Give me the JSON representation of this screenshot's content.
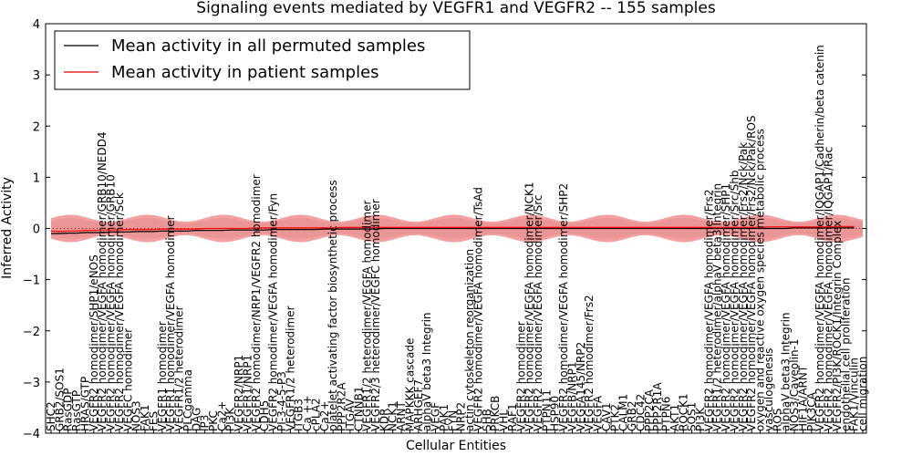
{
  "chart_data": {
    "type": "line",
    "title": "Signaling events mediated by VEGFR1 and VEGFR2 -- 155 samples",
    "xlabel": "Cellular Entities",
    "ylabel": "Inferred Activity",
    "ylim": [
      -4,
      4
    ],
    "yticks": [
      "−4",
      "−3",
      "−2",
      "−1",
      "0",
      "1",
      "2",
      "3",
      "4"
    ],
    "grid": false,
    "legend_position": "top-left",
    "colors": {
      "permuted": "#000000",
      "patient": "#ff0000",
      "patient_band": "#f08080",
      "permuted_band": "#c8c8c8"
    },
    "categories": [
      "SHC2",
      "GRB2/SOS1",
      "RasGDP",
      "RasGTP",
      "HRAS/GTP",
      "VEGFR2 homodimer/SHP1/eNOS",
      "VEGFR2 homodimer/VEGFA homodimer/GRB10/NEDD4",
      "VEGFR2 homodimer/VEGFA homodimer/GRB10",
      "VEGFR2 homodimer/VEGFA homodimer/Sck",
      "VEGFC homodimer",
      "NOS3",
      "FAK1",
      "FES",
      "VEGFR1 homodimer",
      "VEGFR1 homodimer/VEGFA homodimer",
      "VEGFR1/2 heterodimer",
      "PLCgamma",
      "DAG",
      "IP3",
      "PKC",
      "Ca2+",
      "PI3K",
      "VEGFR2/NRP1",
      "VEGFR1/NRP1",
      "VEGFR2 homodimer/NRP1/VEGFR2 homodimer",
      "CDH5",
      "VEGFR2 homodimer/VEGFA homodimer/Fyn",
      "PI-3-4-5-P3",
      "VEGFR1/2 heterodimer",
      "ITGB3",
      "Ca ++",
      "cPLA2",
      "Ca2+",
      "platelet activating factor biosynthetic process",
      "PPP2R2A",
      "ITGAV",
      "CTNNB1",
      "VEGFR1/2 heterodimer/VEGFA homodimer",
      "VEGFR2/3 heterodimer/VEGFC homodimer",
      "KDR",
      "NCK1",
      "ARNT",
      "MAPKKK cascade",
      "ARHGEF7",
      "alphaV beta3 Integrin",
      "VEGF",
      "PAK1",
      "FYN",
      "NRP2",
      "actin cytoskeleton reorganization",
      "VEGFR2 homodimer/VEGFA homodimer/TsAd",
      "SHB",
      "PRKCB",
      "VHL",
      "RAF1",
      "VEGFR2 homodimer",
      "VEGFR2 homodimer/VEGFA homodimer/NCK1",
      "VEGFR2 homodimer/VEGFA homodimer/Src",
      "PTPN11",
      "HSP90",
      "VEGFR2 homodimer/VEGFA homodimer/SHP2",
      "VEGFB/NRP1",
      "VEGFA145/NRP2",
      "VEGFR2 homodimer/Frs2",
      "VEGFA",
      "CAV1",
      "PTK2",
      "CALM1",
      "GRB2",
      "CDC42",
      "PPP2CA",
      "PPP2R1A",
      "PTPN6",
      "AKT1",
      "ROCK1",
      "SOS1",
      "PI3K",
      "VEGFR2 homodimer/VEGFA homodimer/Frs2",
      "VEGFR1/2 heterodimer/alphaV beta3 Integrin",
      "VEGFR2 homodimer/VEGFA homodimer/SHP1",
      "VEGFR2 homodimer/VEGFA homodimer/Src/Shb",
      "VEGFR2 homodimer/VEGFA homodimer/Frs2/Nck/Pak",
      "VEGFR2 homodimer/VEGFA homodimer/Frs2/Nck/Pak/ROS",
      "oxygen and reactive oxygen species metabolic process",
      "vasculogenesis",
      "ROS",
      "alphaV beta3 Integrin",
      "NOS3/Caveolin-1",
      "HIF1A/ARNT",
      "PIK3CA",
      "VEGFR2 homodimer/VEGFA homodimer/IQGAP1/Cadherin/beta catenin",
      "VEGFR2 homodimer/VEGFA homodimer/IQGAP1/Rac",
      "VEGFR2/PI3K/ROCK1/Integrin Complex",
      "endothelial cell proliferation",
      "FAK1/Vinculin",
      "cell migration"
    ],
    "series": [
      {
        "name": "Mean activity in all permuted samples",
        "values": [
          -0.1,
          -0.1,
          -0.09,
          -0.09,
          -0.08,
          -0.08,
          -0.08,
          -0.07,
          -0.07,
          -0.07,
          -0.06,
          -0.06,
          -0.06,
          -0.05,
          -0.05,
          -0.05,
          -0.05,
          -0.04,
          -0.04,
          -0.04,
          -0.04,
          -0.03,
          -0.03,
          -0.03,
          -0.03,
          -0.03,
          -0.02,
          -0.02,
          -0.02,
          -0.02,
          -0.02,
          -0.02,
          -0.01,
          -0.01,
          -0.01,
          -0.01,
          -0.01,
          -0.01,
          -0.01,
          0.0,
          0.0,
          0.0,
          0.0,
          0.0,
          0.0,
          0.0,
          0.0,
          0.0,
          0.0,
          0.0,
          0.0,
          0.0,
          0.0,
          0.0,
          0.0,
          0.0,
          0.0,
          0.0,
          0.0,
          0.0,
          0.0,
          0.0,
          0.0,
          0.0,
          0.0,
          0.0,
          0.0,
          0.0,
          0.0,
          0.0,
          0.0,
          0.0,
          0.0,
          0.0,
          0.0,
          0.0,
          0.0,
          0.0,
          0.0,
          0.0,
          0.0,
          0.0,
          0.0,
          0.0,
          0.0,
          0.0,
          0.0,
          0.01,
          0.01,
          0.01,
          0.01,
          0.01,
          0.01,
          0.01,
          0.01
        ]
      },
      {
        "name": "Mean activity in patient samples",
        "values": [
          -0.05,
          -0.06,
          -0.05,
          -0.05,
          -0.04,
          -0.04,
          -0.03,
          -0.03,
          -0.03,
          -0.02,
          -0.02,
          -0.02,
          -0.02,
          -0.01,
          -0.01,
          -0.01,
          -0.01,
          -0.01,
          0.0,
          0.0,
          0.0,
          0.0,
          0.0,
          0.0,
          0.01,
          0.01,
          0.01,
          0.01,
          0.01,
          0.01,
          0.01,
          0.01,
          0.01,
          0.01,
          0.02,
          0.02,
          0.02,
          0.02,
          0.02,
          0.02,
          0.02,
          0.02,
          0.02,
          0.02,
          0.02,
          0.02,
          0.02,
          0.02,
          0.02,
          0.02,
          0.02,
          0.02,
          0.02,
          0.02,
          0.02,
          0.02,
          0.02,
          0.02,
          0.02,
          0.02,
          0.02,
          0.02,
          0.02,
          0.02,
          0.02,
          0.02,
          0.02,
          0.02,
          0.02,
          0.02,
          0.02,
          0.02,
          0.02,
          0.02,
          0.02,
          0.02,
          0.02,
          0.02,
          0.02,
          0.02,
          0.02,
          0.02,
          0.02,
          0.02,
          0.03,
          0.03,
          0.03,
          0.03,
          0.03,
          0.03,
          0.03,
          0.03,
          0.04,
          0.04,
          0.04
        ]
      }
    ],
    "patient_band": {
      "lower": -0.2,
      "upper": 0.2
    },
    "permuted_band": {
      "lower": -0.15,
      "upper": 0.15
    }
  }
}
